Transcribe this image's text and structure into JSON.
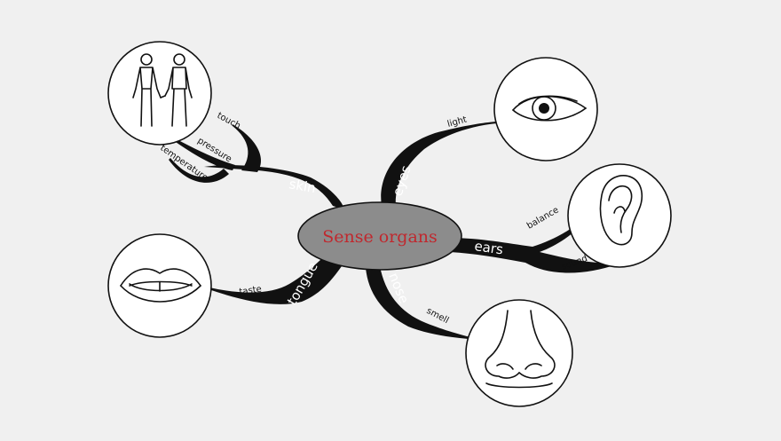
{
  "center": {
    "label": "Sense organs",
    "fill": "#8c8c8c",
    "text_color": "#c0282e"
  },
  "branches": {
    "skin": {
      "label": "skin",
      "subs": [
        "touch",
        "pressure",
        "temperature"
      ],
      "icon": "human-figures-icon"
    },
    "eyes": {
      "label": "eyes",
      "subs": [
        "light"
      ],
      "icon": "eye-icon"
    },
    "ears": {
      "label": "ears",
      "subs": [
        "balance",
        "sound"
      ],
      "icon": "ear-icon"
    },
    "tongue": {
      "label": "tongue",
      "subs": [
        "taste"
      ],
      "icon": "mouth-icon"
    },
    "nose": {
      "label": "nose",
      "subs": [
        "smell"
      ],
      "icon": "nose-icon"
    }
  },
  "colors": {
    "background": "#f0f0f0",
    "branch": "#111111",
    "circle": "#ffffff"
  }
}
